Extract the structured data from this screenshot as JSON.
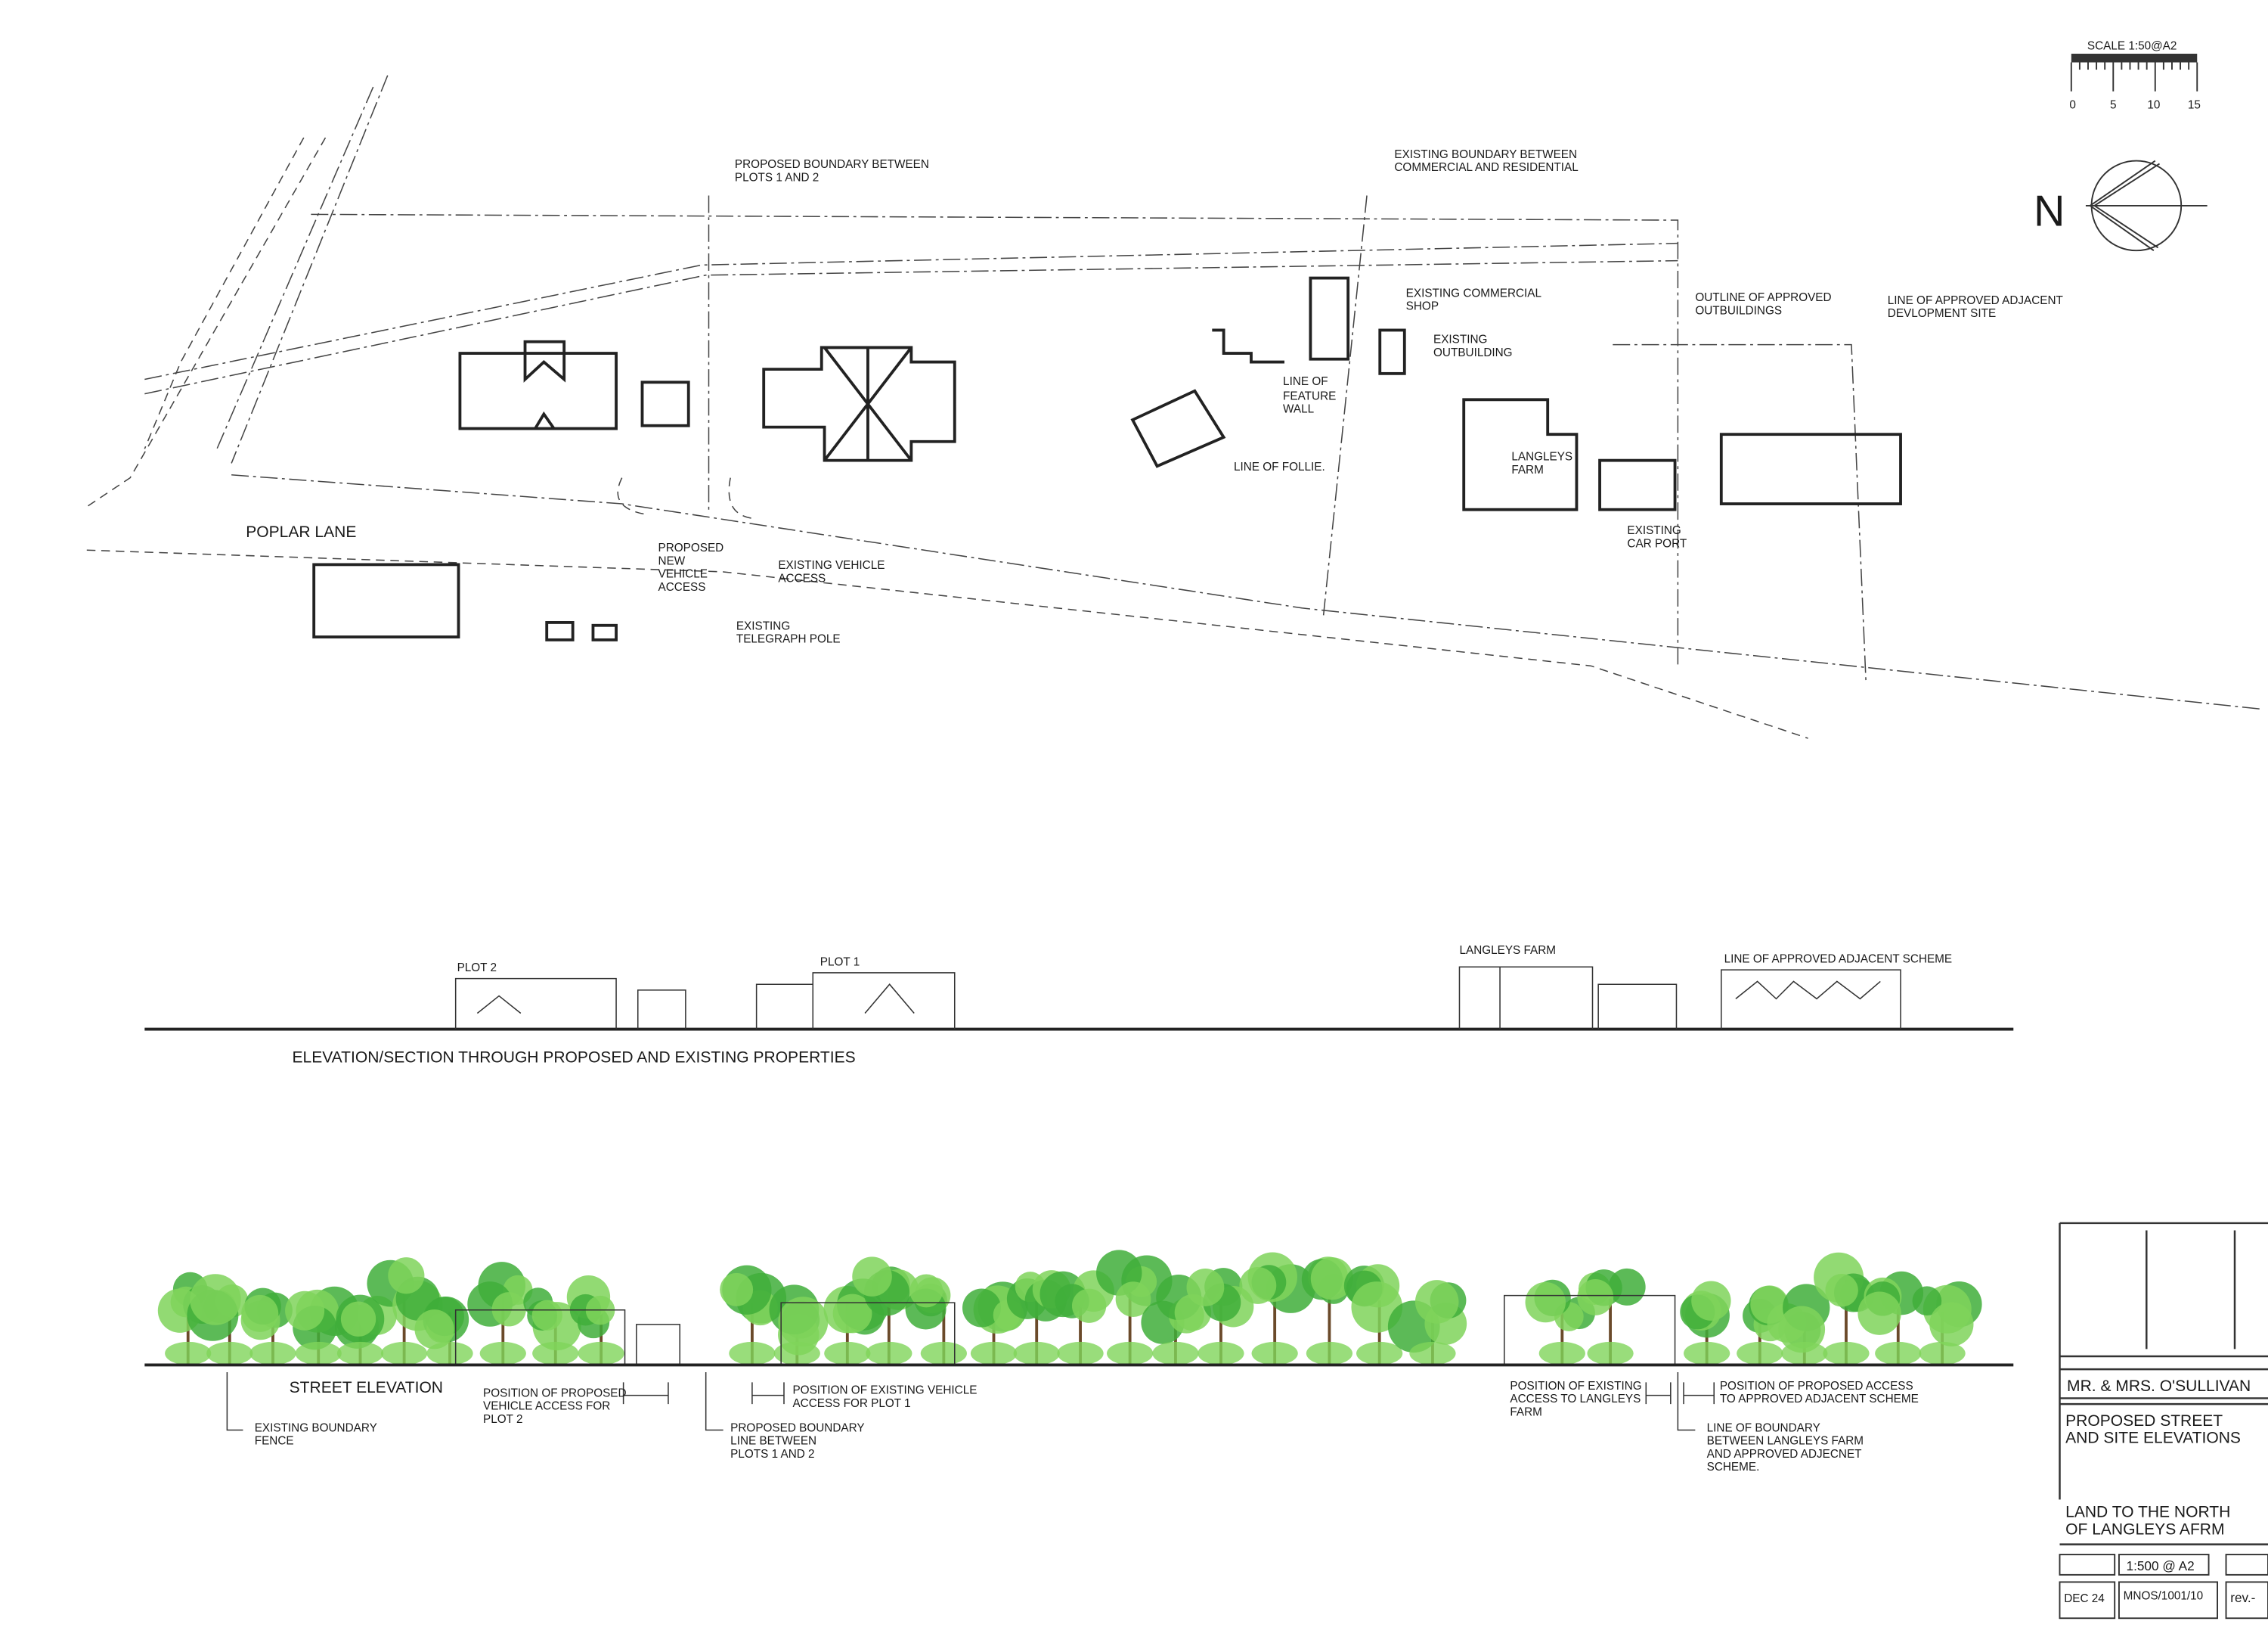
{
  "scale_bar": {
    "title": "SCALE 1:50@A2",
    "ticks": [
      "0",
      "5",
      "10",
      "15"
    ]
  },
  "north": {
    "label": "N"
  },
  "plan": {
    "boundary_plots": [
      "PROPOSED BOUNDARY BETWEEN",
      "PLOTS 1 AND 2"
    ],
    "boundary_commercial": [
      "EXISTING BOUNDARY BETWEEN",
      "COMMERCIAL AND RESIDENTIAL"
    ],
    "commercial_shop": [
      "EXISTING COMMERCIAL",
      "SHOP"
    ],
    "outbuilding": [
      "EXISTING",
      "OUTBUILDING"
    ],
    "approved_outbuildings": [
      "OUTLINE OF APPROVED",
      "OUTBUILDINGS"
    ],
    "adjacent_site": [
      "LINE OF APPROVED ADJACENT",
      "DEVLOPMENT SITE"
    ],
    "feature_wall": [
      "LINE OF",
      "FEATURE",
      "WALL"
    ],
    "follie": "LINE OF FOLLIE.",
    "langleys_farm": [
      "LANGLEYS",
      "FARM"
    ],
    "poplar_lane": "POPLAR LANE",
    "new_access": [
      "PROPOSED",
      "NEW",
      "VEHICLE",
      "ACCESS"
    ],
    "existing_access": [
      "EXISTING VEHICLE",
      "ACCESS"
    ],
    "telegraph_pole": [
      "EXISTING",
      "TELEGRAPH POLE"
    ],
    "car_port": [
      "EXISTING",
      "CAR PORT"
    ]
  },
  "elevation": {
    "plot2": "PLOT 2",
    "plot1": "PLOT 1",
    "langleys_farm": "LANGLEYS FARM",
    "adjacent_scheme": "LINE OF APPROVED ADJACENT SCHEME",
    "title": "ELEVATION/SECTION THROUGH PROPOSED AND EXISTING PROPERTIES"
  },
  "street": {
    "title": "STREET ELEVATION",
    "fence": [
      "EXISTING BOUNDARY",
      "FENCE"
    ],
    "proposed_access_plot2": [
      "POSITION OF PROPOSED",
      "VEHICLE ACCESS FOR",
      "PLOT 2"
    ],
    "boundary_plots": [
      "PROPOSED BOUNDARY",
      "LINE BETWEEN",
      "PLOTS 1 AND 2"
    ],
    "existing_access_plot1": [
      "POSITION OF EXISTING VEHICLE",
      "ACCESS FOR PLOT 1"
    ],
    "access_langleys": [
      "POSITION OF EXISTING",
      "ACCESS TO LANGLEYS",
      "FARM"
    ],
    "proposed_access_adjacent": [
      "POSITION OF PROPOSED ACCESS",
      "TO APPROVED ADJACENT SCHEME"
    ],
    "boundary_langleys": [
      "LINE OF BOUNDARY",
      "BETWEEN LANGLEYS FARM",
      "AND APPROVED ADJECNET",
      "SCHEME."
    ]
  },
  "title_block": {
    "client": "MR. & MRS. O'SULLIVAN",
    "drawing_title": [
      "PROPOSED STREET",
      "AND SITE ELEVATIONS"
    ],
    "site": [
      "LAND TO THE NORTH",
      "OF LANGLEYS AFRM"
    ],
    "scale": "1:500 @ A2",
    "date": "DEC 24",
    "drawing_no": "MNOS/1001/10",
    "revision": "rev.-"
  },
  "colors": {
    "tree_light": "#7fd45a",
    "tree_dark": "#3fae3a",
    "trunk": "#6b4a2a",
    "ink": "#222222"
  }
}
